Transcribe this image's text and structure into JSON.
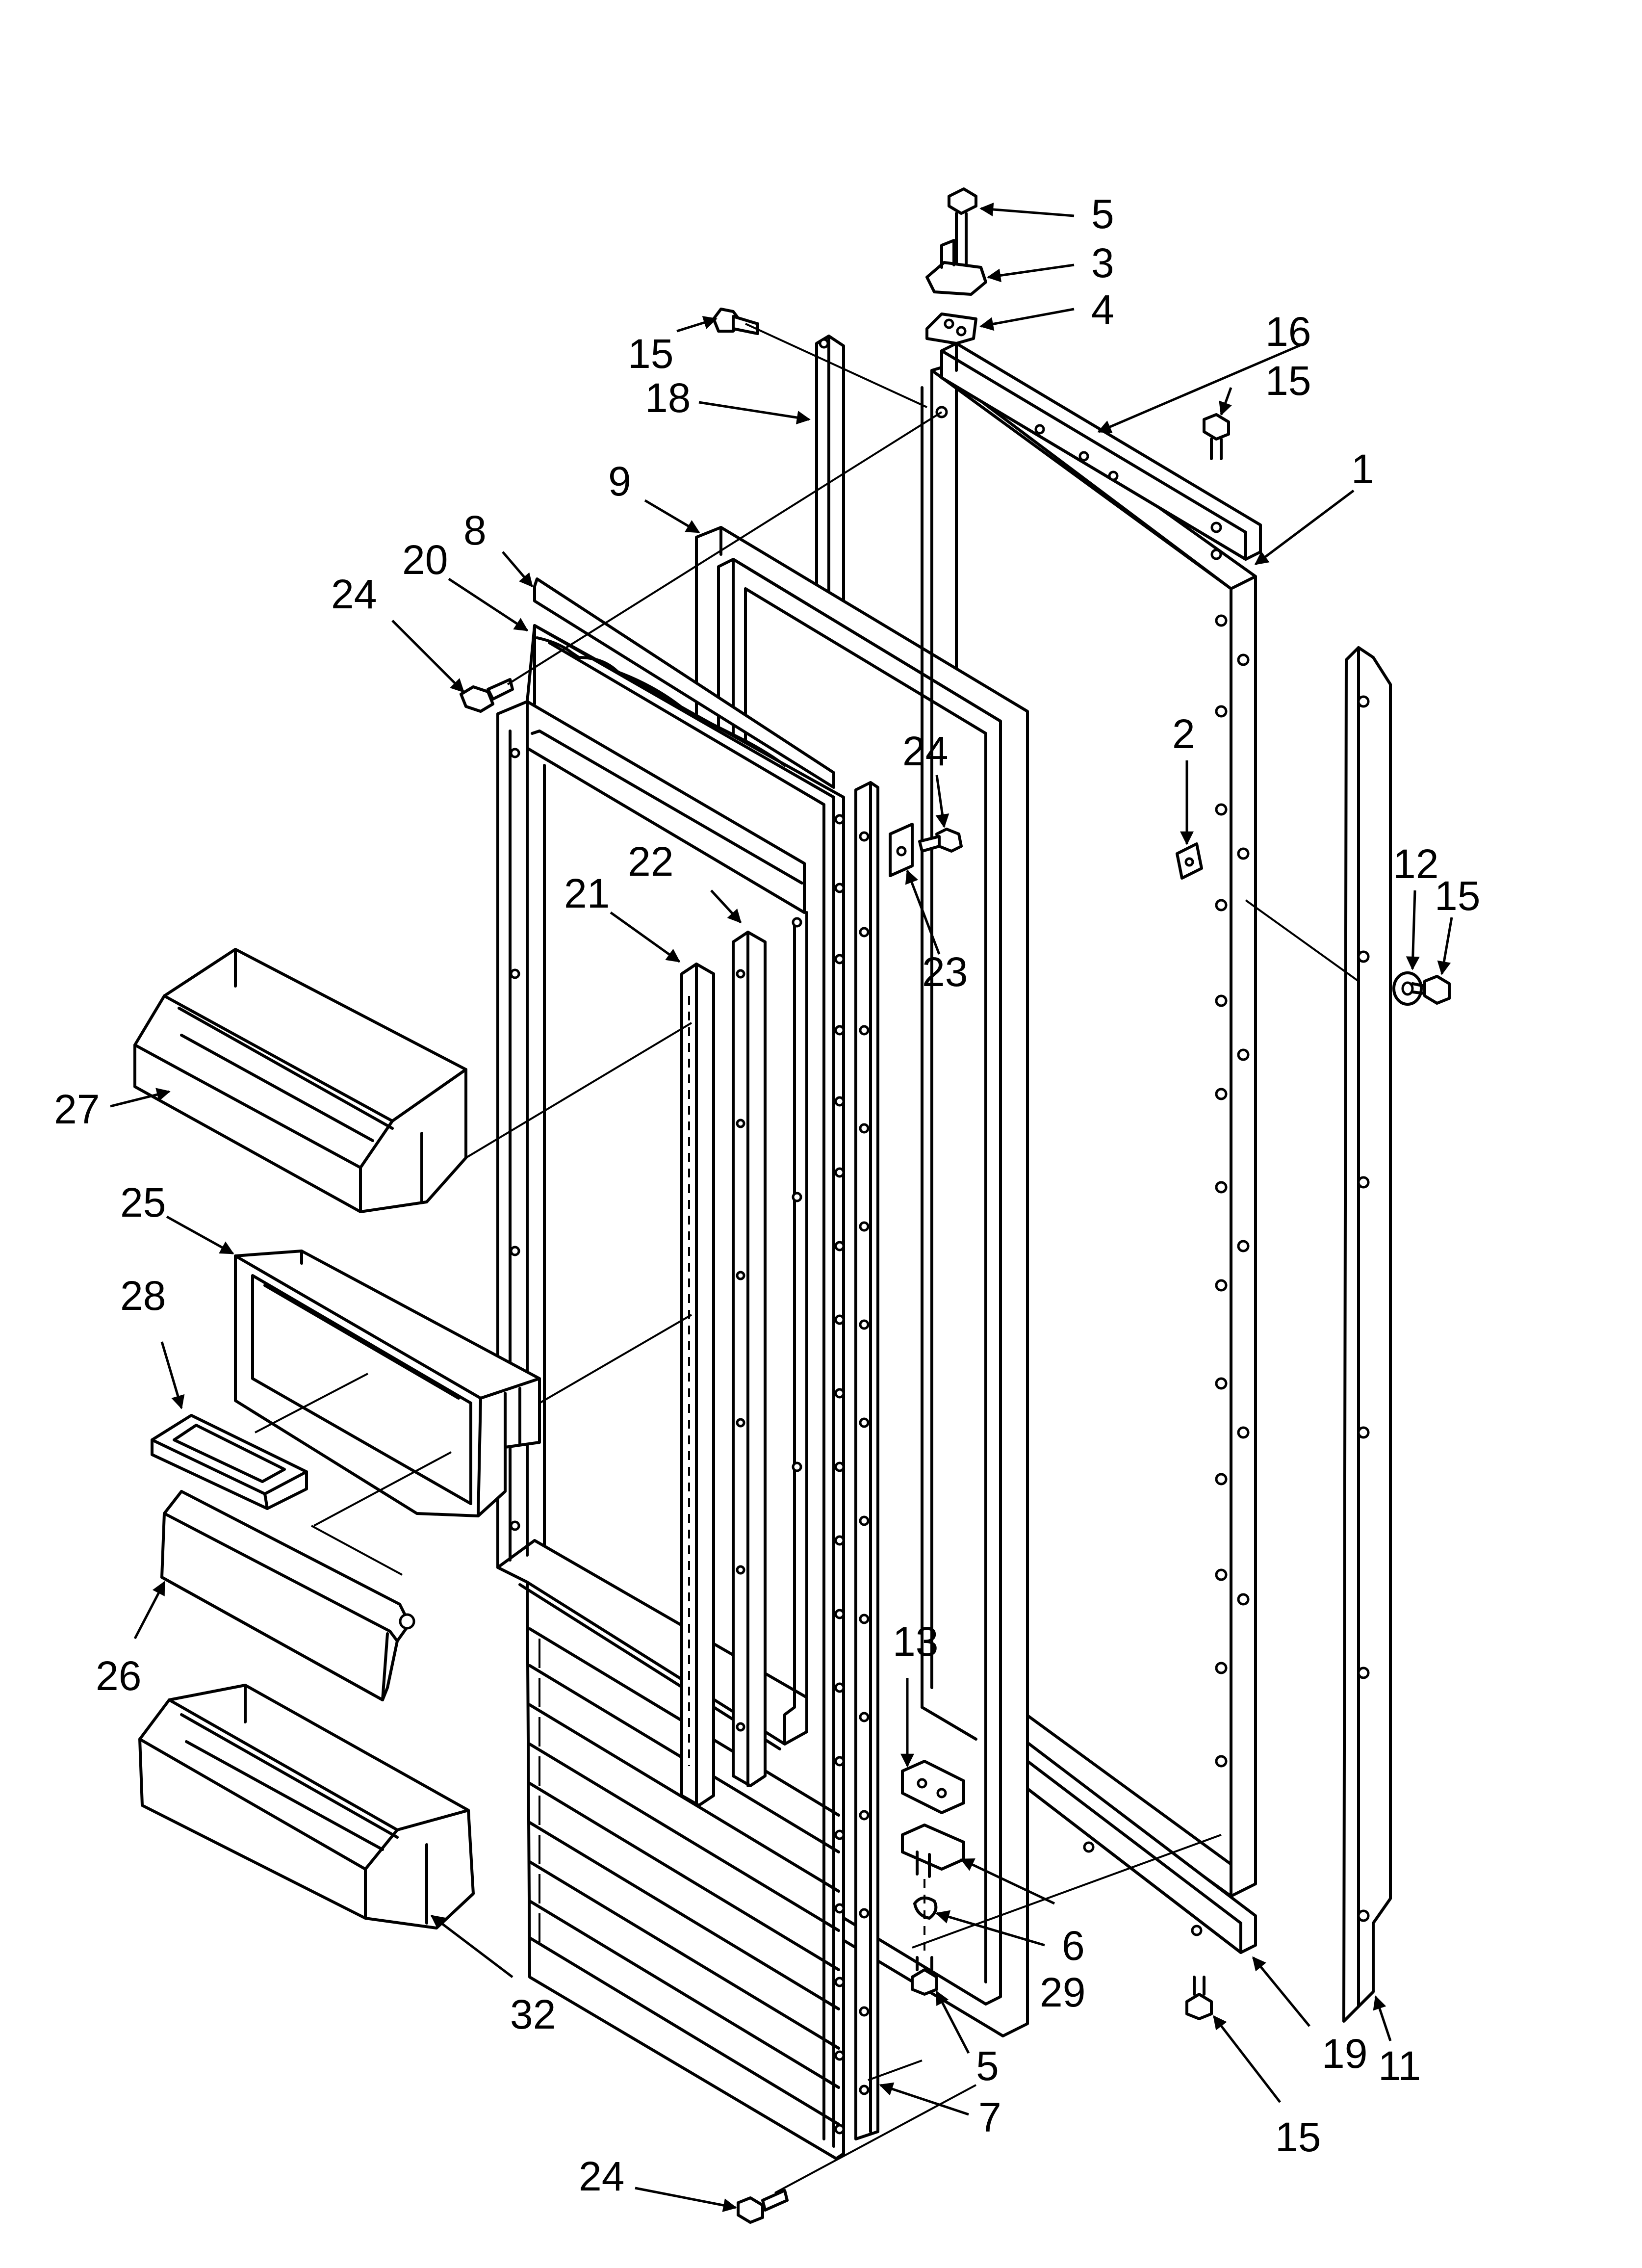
{
  "callouts": [
    {
      "id": "c5a",
      "text": "5"
    },
    {
      "id": "c3",
      "text": "3"
    },
    {
      "id": "c4",
      "text": "4"
    },
    {
      "id": "c16",
      "text": "16"
    },
    {
      "id": "c15a",
      "text": "15"
    },
    {
      "id": "c15b",
      "text": "15"
    },
    {
      "id": "c18",
      "text": "18"
    },
    {
      "id": "c1",
      "text": "1"
    },
    {
      "id": "c9",
      "text": "9"
    },
    {
      "id": "c8",
      "text": "8"
    },
    {
      "id": "c20",
      "text": "20"
    },
    {
      "id": "c24a",
      "text": "24"
    },
    {
      "id": "c24b",
      "text": "24"
    },
    {
      "id": "c2",
      "text": "2"
    },
    {
      "id": "c22",
      "text": "22"
    },
    {
      "id": "c21",
      "text": "21"
    },
    {
      "id": "c23",
      "text": "23"
    },
    {
      "id": "c12",
      "text": "12"
    },
    {
      "id": "c15c",
      "text": "15"
    },
    {
      "id": "c27",
      "text": "27"
    },
    {
      "id": "c25",
      "text": "25"
    },
    {
      "id": "c28",
      "text": "28"
    },
    {
      "id": "c26",
      "text": "26"
    },
    {
      "id": "c13",
      "text": "13"
    },
    {
      "id": "c6",
      "text": "6"
    },
    {
      "id": "c29",
      "text": "29"
    },
    {
      "id": "c32",
      "text": "32"
    },
    {
      "id": "c5b",
      "text": "5"
    },
    {
      "id": "c24c",
      "text": "24"
    },
    {
      "id": "c7",
      "text": "7"
    },
    {
      "id": "c15d",
      "text": "15"
    },
    {
      "id": "c19",
      "text": "19"
    },
    {
      "id": "c11",
      "text": "11"
    }
  ]
}
